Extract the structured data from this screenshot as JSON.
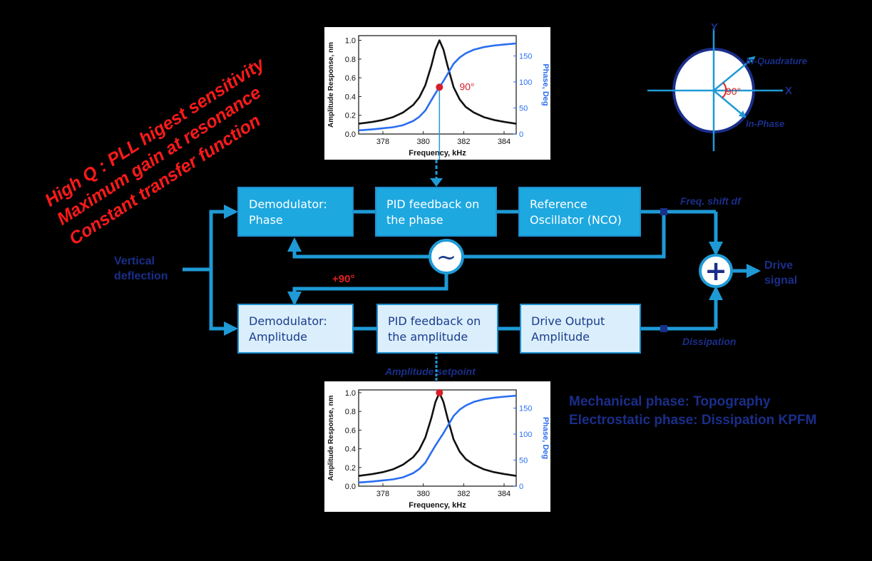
{
  "notes": {
    "line1": "High Q : PLL higest sensitivity",
    "line2": "Maximum gain at resonance",
    "line3": "Constant transfer function"
  },
  "blocks": {
    "demod_phase": [
      "Demodulator:",
      "Phase"
    ],
    "pid_phase": [
      "PID feedback on",
      "the phase"
    ],
    "ref_osc": [
      "Reference",
      "Oscillator (NCO)"
    ],
    "demod_amp": [
      "Demodulator:",
      "Amplitude"
    ],
    "pid_amp": [
      "PID feedback on",
      "the amplitude"
    ],
    "drive_out": [
      "Drive Output",
      "Amplitude"
    ]
  },
  "labels": {
    "vertical_deflection": [
      "Vertical",
      "deflection"
    ],
    "plus90": "+90°",
    "freq_shift": "Freq. shift df",
    "dissipation": "Dissipation",
    "amplitude_setpoint": "Amplitude setpoint",
    "drive_signal": [
      "Drive",
      "signal"
    ],
    "oscillator_symbol": "~",
    "sum_symbol": "+"
  },
  "phasor": {
    "y_axis": "Y",
    "x_axis": "X",
    "in_quadrature": "In-Quadrature",
    "in_phase": "In-Phase",
    "angle": "90°"
  },
  "info": {
    "line1": "Mechanical phase: Topography",
    "line2": "Electrostatic phase: Dissipation KPFM"
  },
  "chart_data": [
    {
      "type": "line",
      "xlabel": "Frequency, kHz",
      "ylabel": "Amplitude Response, nm",
      "y2label": "Phase, Deg",
      "xlim": [
        376.8,
        384.6
      ],
      "ylim": [
        0,
        1.05
      ],
      "y2lim": [
        0,
        189
      ],
      "xticks": [
        "378",
        "380",
        "382",
        "384"
      ],
      "yticks": [
        "0.0",
        "0.2",
        "0.4",
        "0.6",
        "0.8",
        "1.0"
      ],
      "y2ticks": [
        "0",
        "50",
        "100",
        "150"
      ],
      "resonance_khz": 380.8,
      "series": [
        {
          "axis": "left",
          "color": "#111111",
          "x": [
            376.8,
            377.5,
            378.0,
            378.5,
            379.0,
            379.5,
            379.8,
            380.1,
            380.4,
            380.6,
            380.8,
            381.0,
            381.2,
            381.5,
            381.8,
            382.1,
            382.5,
            383.0,
            383.5,
            384.0,
            384.6
          ],
          "y": [
            0.11,
            0.13,
            0.15,
            0.18,
            0.23,
            0.31,
            0.39,
            0.52,
            0.73,
            0.9,
            1.0,
            0.9,
            0.73,
            0.5,
            0.37,
            0.29,
            0.23,
            0.18,
            0.15,
            0.13,
            0.11
          ]
        },
        {
          "axis": "right",
          "color": "#2a6ef0",
          "x": [
            376.8,
            377.5,
            378.0,
            378.5,
            379.0,
            379.5,
            379.8,
            380.1,
            380.4,
            380.6,
            380.8,
            381.0,
            381.2,
            381.5,
            381.8,
            382.1,
            382.5,
            383.0,
            383.5,
            384.0,
            384.6
          ],
          "y": [
            7,
            9,
            11,
            13,
            17,
            25,
            33,
            45,
            65,
            78,
            90,
            102,
            115,
            135,
            147,
            155,
            162,
            167,
            170,
            172,
            174
          ]
        }
      ],
      "marker": {
        "x": 380.8,
        "axis": "right",
        "y": 90,
        "color": "#d61f2a",
        "label": "90°"
      }
    },
    {
      "type": "line",
      "xlabel": "Frequency, kHz",
      "ylabel": "Amplitude Response, nm",
      "y2label": "Phase, Deg",
      "xlim": [
        376.8,
        384.6
      ],
      "ylim": [
        0,
        1.03
      ],
      "y2lim": [
        0,
        185
      ],
      "xticks": [
        "378",
        "380",
        "382",
        "384"
      ],
      "yticks": [
        "0.0",
        "0.2",
        "0.4",
        "0.6",
        "0.8",
        "1.0"
      ],
      "y2ticks": [
        "0",
        "50",
        "100",
        "150"
      ],
      "resonance_khz": 380.8,
      "series": [
        {
          "axis": "left",
          "color": "#111111",
          "x": [
            376.8,
            377.5,
            378.0,
            378.5,
            379.0,
            379.5,
            379.8,
            380.1,
            380.4,
            380.6,
            380.8,
            381.0,
            381.2,
            381.5,
            381.8,
            382.1,
            382.5,
            383.0,
            383.5,
            384.0,
            384.6
          ],
          "y": [
            0.11,
            0.13,
            0.15,
            0.18,
            0.23,
            0.31,
            0.39,
            0.52,
            0.73,
            0.9,
            1.0,
            0.9,
            0.73,
            0.5,
            0.37,
            0.29,
            0.23,
            0.18,
            0.15,
            0.13,
            0.11
          ]
        },
        {
          "axis": "right",
          "color": "#2a6ef0",
          "x": [
            376.8,
            377.5,
            378.0,
            378.5,
            379.0,
            379.5,
            379.8,
            380.1,
            380.4,
            380.6,
            380.8,
            381.0,
            381.2,
            381.5,
            381.8,
            382.1,
            382.5,
            383.0,
            383.5,
            384.0,
            384.6
          ],
          "y": [
            7,
            9,
            11,
            13,
            17,
            25,
            33,
            45,
            65,
            78,
            90,
            102,
            115,
            135,
            147,
            155,
            162,
            167,
            170,
            172,
            174
          ]
        }
      ],
      "marker": {
        "x": 380.8,
        "axis": "left",
        "y": 1.0,
        "color": "#d61f2a",
        "label": ""
      }
    }
  ],
  "colors": {
    "line": "#1e9ad6",
    "block_dark": "#1da8e0",
    "block_light": "#dbeefc",
    "navy_text": "#1a2e8a",
    "red_text": "#ff1a1a"
  }
}
